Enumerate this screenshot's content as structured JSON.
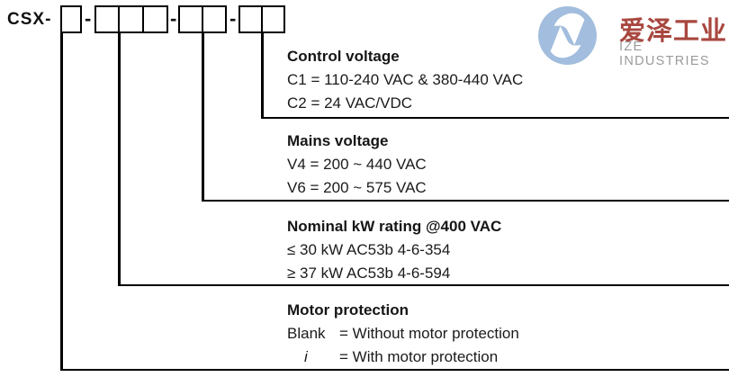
{
  "part_code": {
    "prefix": "CSX-",
    "separator": "-",
    "groups": [
      {
        "name": "motor-protection-digit",
        "cells": 1
      },
      {
        "name": "kw-rating-digits",
        "cells": 3
      },
      {
        "name": "mains-voltage-digits",
        "cells": 2
      },
      {
        "name": "control-voltage-digits",
        "cells": 2
      }
    ]
  },
  "sections": [
    {
      "id": "control-voltage",
      "title": "Control voltage",
      "options": [
        "C1 = 110-240 VAC & 380-440 VAC",
        "C2 = 24 VAC/VDC"
      ]
    },
    {
      "id": "mains-voltage",
      "title": "Mains voltage",
      "options": [
        "V4 = 200 ~ 440 VAC",
        "V6 = 200 ~ 575 VAC"
      ]
    },
    {
      "id": "nominal-kw-rating",
      "title": "Nominal kW rating @400 VAC",
      "options": [
        "≤ 30 kW AC53b 4-6-354",
        "≥ 37 kW AC53b 4-6-594"
      ]
    },
    {
      "id": "motor-protection",
      "title": "Motor protection",
      "options": [
        {
          "label": "Blank",
          "desc": "= Without motor protection"
        },
        {
          "label": "i",
          "desc": "= With motor protection"
        }
      ]
    }
  ],
  "logo": {
    "chinese": "爱泽工业",
    "latin": "IZE INDUSTRIES",
    "colors": {
      "circle": "#a2bddd",
      "chinese_text": "#a8473f",
      "latin_text": "#9b9b9b"
    }
  }
}
